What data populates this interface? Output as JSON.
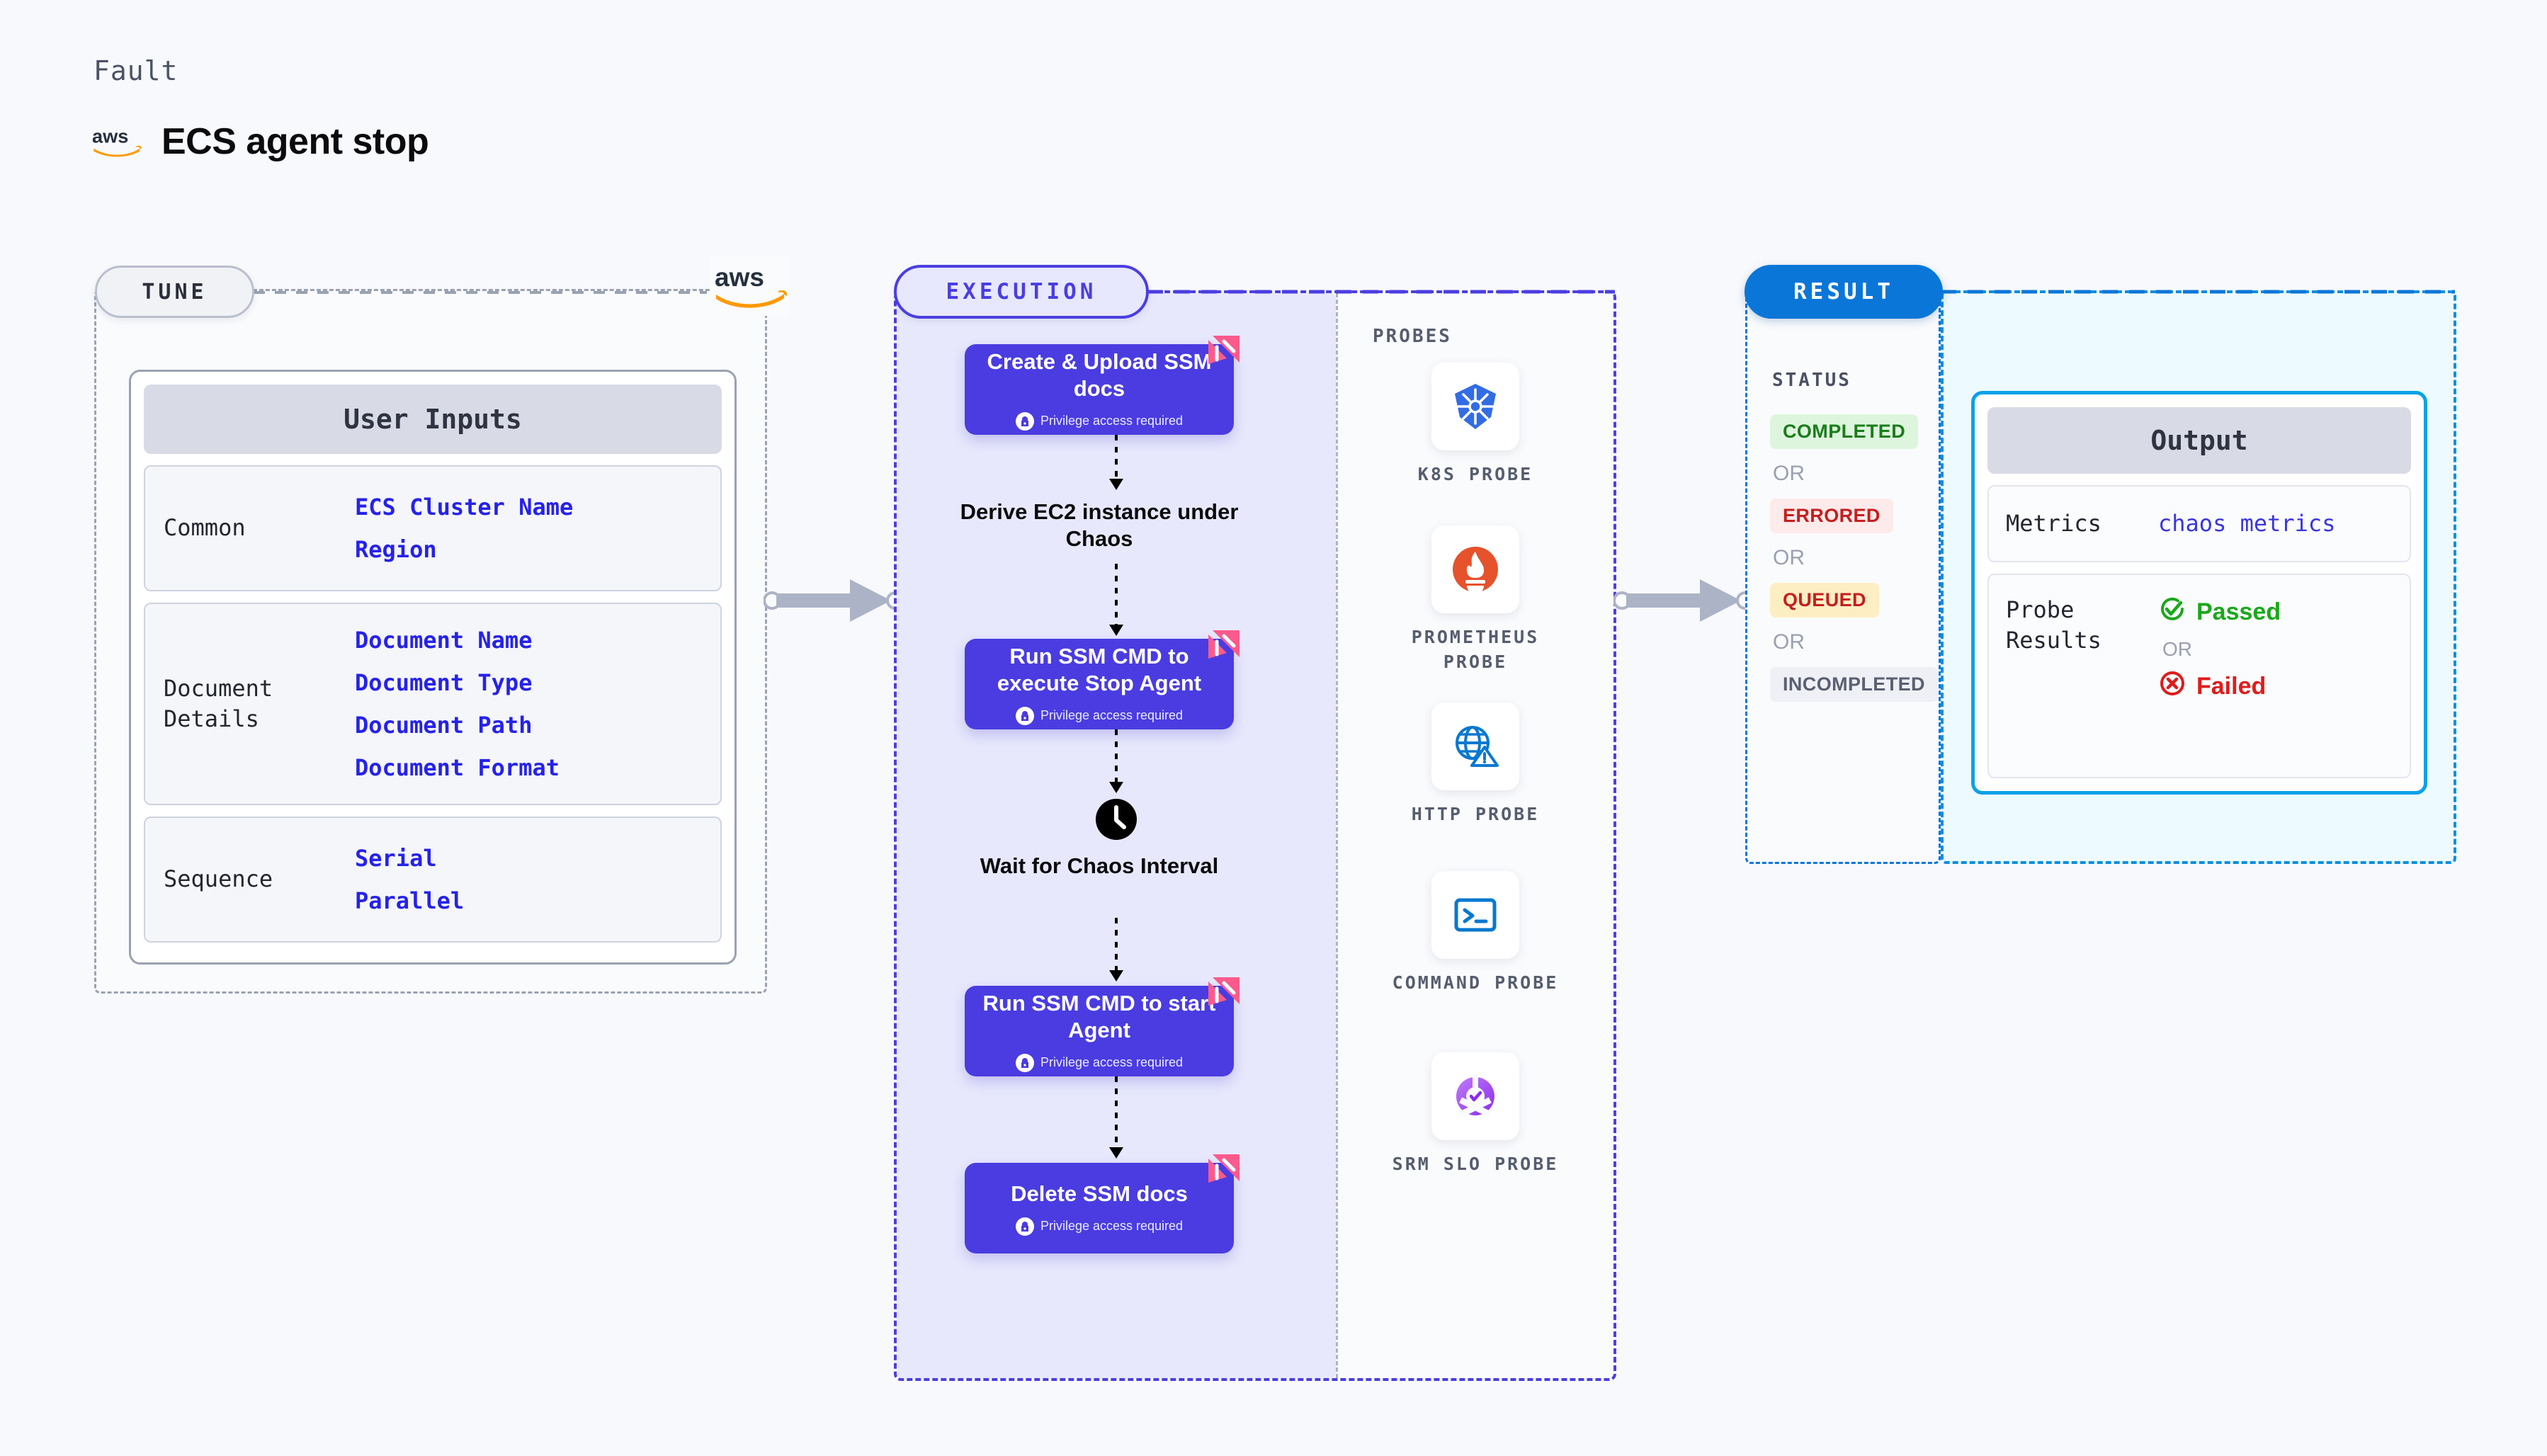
{
  "header": {
    "kicker": "Fault",
    "logo_icon": "aws-logo",
    "title": "ECS agent stop"
  },
  "sections": {
    "tune": {
      "pill_label": "TUNE",
      "badge_icon": "aws-logo"
    },
    "execution": {
      "pill_label": "EXECUTION"
    },
    "result": {
      "pill_label": "RESULT"
    }
  },
  "tune": {
    "card_title": "User Inputs",
    "rows": [
      {
        "label": "Common",
        "values": [
          "ECS Cluster Name",
          "Region"
        ]
      },
      {
        "label": "Document\nDetails",
        "values": [
          "Document Name",
          "Document Type",
          "Document Path",
          "Document Format"
        ]
      },
      {
        "label": "Sequence",
        "values": [
          "Serial",
          "Parallel"
        ]
      }
    ]
  },
  "execution": {
    "privilege_note": "Privilege access required",
    "lock_icon": "lock-icon",
    "corner_icon": "harness-chaos-icon",
    "clock_icon": "clock-icon",
    "steps": [
      {
        "type": "task",
        "title": "Create & Upload SSM docs",
        "privileged": true
      },
      {
        "type": "plain",
        "title": "Derive EC2 instance under Chaos"
      },
      {
        "type": "task",
        "title": "Run SSM CMD to execute Stop Agent",
        "privileged": true
      },
      {
        "type": "wait",
        "title": "Wait for Chaos Interval"
      },
      {
        "type": "task",
        "title": "Run SSM CMD to start Agent",
        "privileged": true
      },
      {
        "type": "task",
        "title": "Delete SSM docs",
        "privileged": true
      }
    ]
  },
  "probes": {
    "title": "PROBES",
    "items": [
      {
        "label": "K8S PROBE",
        "icon": "kubernetes-icon"
      },
      {
        "label": "PROMETHEUS PROBE",
        "icon": "prometheus-icon"
      },
      {
        "label": "HTTP PROBE",
        "icon": "globe-warning-icon"
      },
      {
        "label": "COMMAND PROBE",
        "icon": "terminal-icon"
      },
      {
        "label": "SRM SLO PROBE",
        "icon": "srm-slo-icon"
      }
    ]
  },
  "result": {
    "status_title": "STATUS",
    "or_label": "OR",
    "statuses": [
      {
        "label": "COMPLETED",
        "style": "completed"
      },
      {
        "label": "ERRORED",
        "style": "errored"
      },
      {
        "label": "QUEUED",
        "style": "queued"
      },
      {
        "label": "INCOMPLETED",
        "style": "incomplete"
      }
    ]
  },
  "output": {
    "card_title": "Output",
    "metrics_label": "Metrics",
    "metrics_value": "chaos metrics",
    "probe_results_label": "Probe\nResults",
    "passed_label": "Passed",
    "failed_label": "Failed",
    "or_label": "OR",
    "passed_icon": "check-circle-icon",
    "failed_icon": "x-circle-icon"
  },
  "colors": {
    "node_purple": "#4a3ce0",
    "accent_blue": "#0a76d8",
    "harness_pink": "#fb5a8c",
    "value_blue": "#2622e8"
  }
}
